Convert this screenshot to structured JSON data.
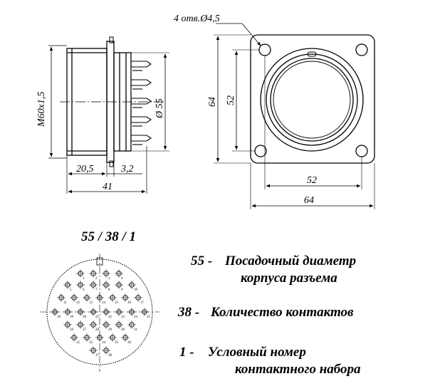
{
  "side_view": {
    "thread_label": "M60x1,5",
    "diameter_label": "Ø 55",
    "dim_body": "20,5",
    "dim_flange": "3,2",
    "dim_total": "41"
  },
  "front_view": {
    "holes_label": "4 отв.Ø4,5",
    "outer_height": "64",
    "hole_spacing_v": "52",
    "hole_spacing_h": "52",
    "outer_width": "64"
  },
  "connector_code": "55 / 38 / 1",
  "legend": {
    "line1_number": "55 -",
    "line1_text": "Посадочный диаметр",
    "line1_cont": "корпуса разъема",
    "line2_number": "38 -",
    "line2_text": "Количество контактов",
    "line3_number": "1 -",
    "line3_text": "Условный номер",
    "line3_cont": "контактного набора"
  },
  "pins": {
    "count": 38,
    "labels": [
      "1",
      "2",
      "3",
      "4",
      "5",
      "6",
      "7",
      "8",
      "9",
      "10",
      "11",
      "12",
      "13",
      "14",
      "15",
      "16",
      "17",
      "18",
      "19",
      "20",
      "21",
      "22",
      "23",
      "24",
      "25",
      "26",
      "27",
      "28",
      "29",
      "30",
      "31",
      "32",
      "33",
      "34",
      "35",
      "36",
      "37",
      "38"
    ]
  }
}
